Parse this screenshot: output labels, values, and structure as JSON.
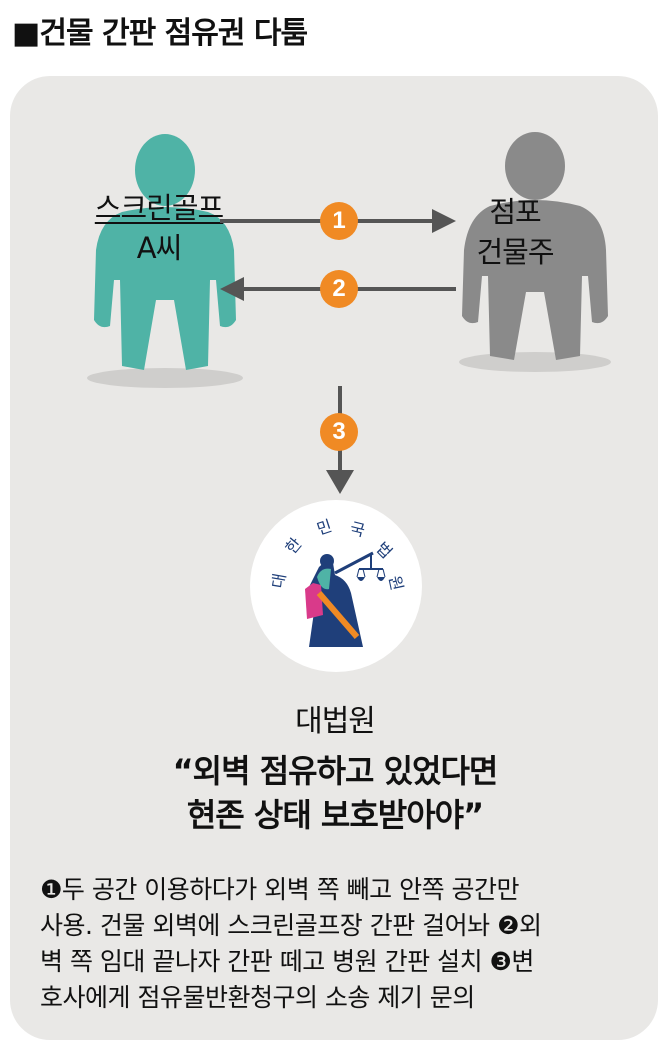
{
  "title": "■건물 간판 점유권 다툼",
  "left_person": {
    "line1": "스크린골프",
    "line2": "A씨",
    "color": "#4fb3a6"
  },
  "right_person": {
    "line1": "점포",
    "line2": "건물주",
    "color": "#8a8a8a"
  },
  "steps": {
    "s1": "1",
    "s2": "2",
    "s3": "3",
    "badge_color": "#f08a24"
  },
  "seal": {
    "text_chars": [
      "대",
      "한",
      "민",
      "국",
      "법",
      "원"
    ],
    "ring_color": "#ffffff",
    "figure_color": "#1f3f7a"
  },
  "court": {
    "name": "대법원",
    "quote_line1": "“외벽 점유하고 있었다면",
    "quote_line2": "현존 상태 보호받아야”"
  },
  "notes": {
    "line1": "❶두 공간 이용하다가 외벽 쪽 빼고 안쪽 공간만",
    "line2": "사용. 건물 외벽에 스크린골프장 간판 걸어놔 ❷외",
    "line3": "벽 쪽 임대 끝나자 간판 떼고 병원 간판 설치 ❸변",
    "line4": "호사에게 점유물반환청구의 소송 제기 문의"
  }
}
